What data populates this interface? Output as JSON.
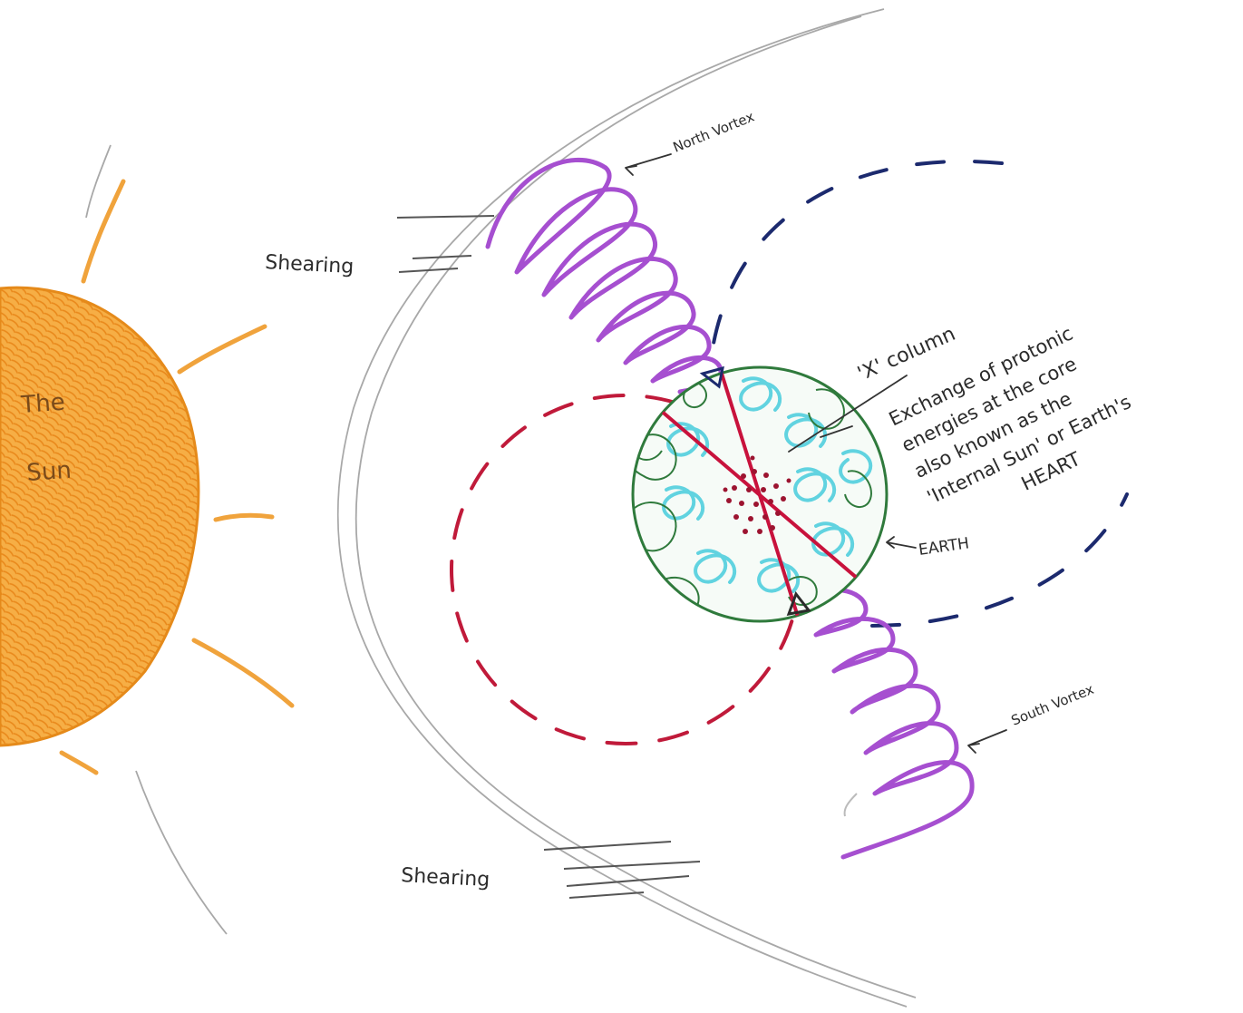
{
  "labels": {
    "sun": [
      "The",
      "Sun"
    ],
    "north_vortex": "North Vortex",
    "south_vortex": "South Vortex",
    "shearing_top": "Shearing",
    "shearing_bottom": "Shearing",
    "earth": "EARTH",
    "x_column": "'X' column",
    "core_note": [
      "Exchange of protonic",
      "energies at the core",
      "also known as the",
      "'Internal Sun' or Earth's",
      "HEART"
    ]
  },
  "colors": {
    "sun": "#f2a23a",
    "sun_rays": "#f0a33c",
    "vortex": "#a64fd0",
    "red_dashed": "#c01a3a",
    "blue_dashed": "#1c2a6e",
    "earth_outline": "#2f7a3c",
    "earth_water": "#61d3e0",
    "x_lines": "#c8123c",
    "pencil": "#9a9a9a"
  }
}
